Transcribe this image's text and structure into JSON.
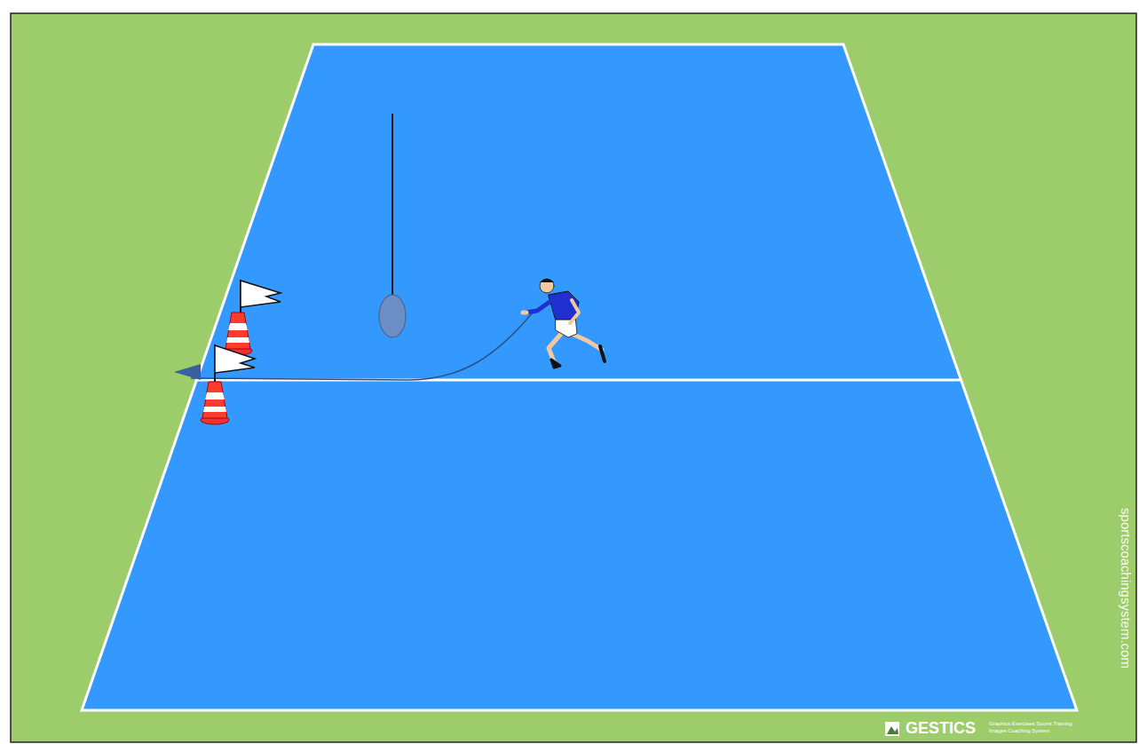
{
  "diagram": {
    "labels": [
      "sportscoachingsystem.com",
      "GESTICS",
      "Graphics Exercises Sports Training",
      "Images Coaching System"
    ]
  }
}
